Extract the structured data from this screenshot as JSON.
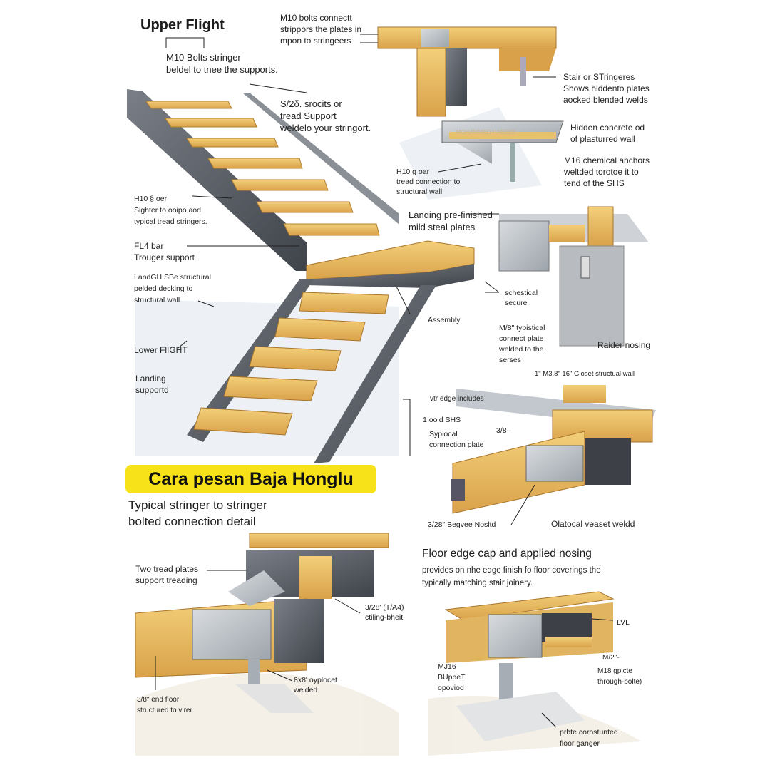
{
  "title": "Upper Flight",
  "banner": "Cara pesan Baja Honglu",
  "subtitle": [
    "Typical stringer to stringer",
    "bolted connection detail"
  ],
  "watermark": "MOHAMMED HABEEB",
  "colors": {
    "banner": "#f7e21a",
    "wood": "#e9b95a",
    "steel": "#5c6068",
    "plate": "#b9bec4"
  },
  "labels": {
    "upper_bolts": [
      "M10 Bolts stringer",
      "beldel to tnee the supports."
    ],
    "top_bolts": [
      "M10 bolts connectt",
      "strippors the plates in",
      "mpon to stringeers"
    ],
    "tread_support": [
      "S/2δ. srocits or",
      "tread Support",
      "weldelo your stringort."
    ],
    "stair_stringers": [
      "Stair or STringeres",
      "Shows hiddento plates",
      "aocked blended welds"
    ],
    "hidden_concrete": [
      "Hidden concrete od",
      "of plasturred wall"
    ],
    "m16_anchors": [
      "M16 chemical anchors",
      "weltded torotoe it to",
      "tend of the SHS"
    ],
    "h10_wall": [
      "H10 g oar",
      "tread connection to",
      "structural wall"
    ],
    "h10_sighter": [
      "H10 § oer",
      "Sighter to ooipo aod",
      "typical tread stringers."
    ],
    "fl4_bar": [
      "FL4 bar",
      "Trouger support"
    ],
    "landing_structural": [
      "LandGH SBe structural",
      "pelded decking to",
      "structural wall"
    ],
    "lower_flight": [
      "Lower FlIGHT"
    ],
    "landing_support": [
      "Landing",
      "supportd"
    ],
    "landing_plates": [
      "Landing pre-finished",
      "mild steal plates"
    ],
    "schestical": [
      "schestical",
      "secure"
    ],
    "assembly": [
      "Assembly"
    ],
    "m8_plate": [
      "M/8\" typistical",
      "connect plate",
      "welded to the",
      "serses"
    ],
    "raider_nosing": [
      "Raider nosing"
    ],
    "gloset_wall": [
      "1\" M3,8\" 16\" Gloset structual wall"
    ],
    "vtr_edge": [
      "vtr edge includes"
    ],
    "ooid_shs": [
      "1 ooid SHS"
    ],
    "sypiocal": [
      "Sypiocal",
      "connection plate"
    ],
    "three_eighths": [
      "3/8–"
    ],
    "begvee": [
      "3/28\" Begvee Nosltd"
    ],
    "olatocal": [
      "Olatocal veaset weldd"
    ],
    "two_tread": [
      "Two tread plates",
      "support treading"
    ],
    "ctiling": [
      "3/28' (T/A4)",
      "ctiling-bheit"
    ],
    "eight_by_eight": [
      "8x8' oyplocet",
      "welded"
    ],
    "end_floor": [
      "3/8\" end floor",
      "structured to virer"
    ],
    "lvl": [
      "LVL"
    ],
    "m2": [
      "M/2\"-"
    ],
    "m18": [
      "M18 gpicte",
      "through-bolte)"
    ],
    "mj16": [
      "MJ16",
      "BUppeT",
      "opoviod"
    ],
    "prbte": [
      "prbte corostunted",
      "floor ganger"
    ]
  },
  "floor_section": {
    "title": "Floor edge cap and applied nosing",
    "description": [
      "provides on nhe edge finish fo floor coverings the",
      "typically matching  stair joinery."
    ]
  }
}
